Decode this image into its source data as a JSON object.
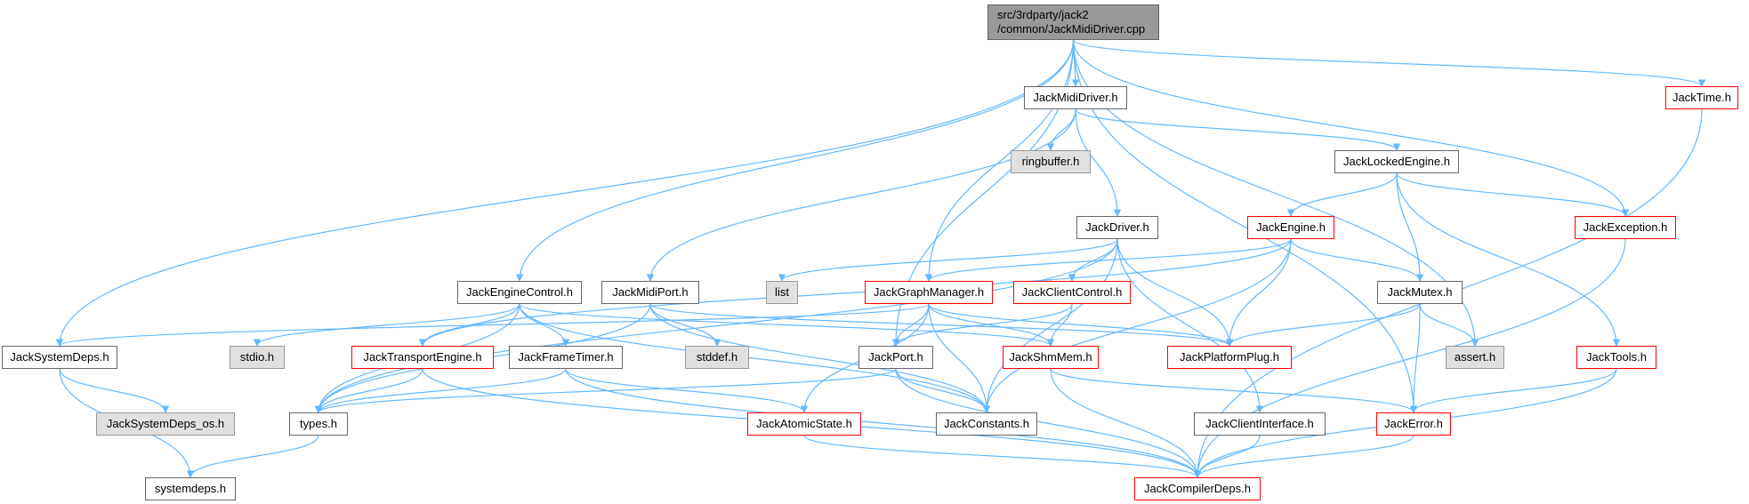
{
  "edge_color": "#63b8ff",
  "root": {
    "line1": "src/3rdparty/jack2",
    "line2": "/common/JackMidiDriver.cpp"
  },
  "nodes": {
    "JackMidiDriver": "JackMidiDriver.h",
    "JackTime": "JackTime.h",
    "ringbuffer": "ringbuffer.h",
    "JackLockedEngine": "JackLockedEngine.h",
    "JackDriver": "JackDriver.h",
    "JackEngine": "JackEngine.h",
    "JackException": "JackException.h",
    "list": "list",
    "JackEngineControl": "JackEngineControl.h",
    "JackMidiPort": "JackMidiPort.h",
    "JackGraphManager": "JackGraphManager.h",
    "JackClientControl": "JackClientControl.h",
    "JackMutex": "JackMutex.h",
    "JackSystemDeps": "JackSystemDeps.h",
    "stdio": "stdio.h",
    "JackTransportEngine": "JackTransportEngine.h",
    "JackFrameTimer": "JackFrameTimer.h",
    "stddef": "stddef.h",
    "JackPort": "JackPort.h",
    "JackShmMem": "JackShmMem.h",
    "JackPlatformPlug": "JackPlatformPlug.h",
    "assert": "assert.h",
    "JackTools": "JackTools.h",
    "JackSystemDeps_os": "JackSystemDeps_os.h",
    "types": "types.h",
    "JackAtomicState": "JackAtomicState.h",
    "JackConstants": "JackConstants.h",
    "JackClientInterface": "JackClientInterface.h",
    "JackError": "JackError.h",
    "systemdeps": "systemdeps.h",
    "JackCompilerDeps": "JackCompilerDeps.h"
  },
  "node_styles": {
    "red": [
      "JackTime",
      "JackEngine",
      "JackException",
      "JackGraphManager",
      "JackClientControl",
      "JackTransportEngine",
      "JackShmMem",
      "JackPlatformPlug",
      "JackTools",
      "JackAtomicState",
      "JackError",
      "JackCompilerDeps"
    ],
    "system": [
      "ringbuffer",
      "list",
      "stdio",
      "stddef",
      "assert",
      "JackSystemDeps_os"
    ]
  },
  "edges": [
    [
      "root",
      "JackMidiDriver"
    ],
    [
      "root",
      "JackTime"
    ],
    [
      "root",
      "JackException"
    ],
    [
      "root",
      "assert"
    ],
    [
      "root",
      "JackError"
    ],
    [
      "root",
      "JackGraphManager"
    ],
    [
      "root",
      "JackEngineControl"
    ],
    [
      "root",
      "JackSystemDeps"
    ],
    [
      "root",
      "JackPort"
    ],
    [
      "JackMidiDriver",
      "ringbuffer"
    ],
    [
      "JackMidiDriver",
      "JackLockedEngine"
    ],
    [
      "JackMidiDriver",
      "JackDriver"
    ],
    [
      "JackMidiDriver",
      "JackMidiPort"
    ],
    [
      "JackTime",
      "JackCompilerDeps"
    ],
    [
      "JackLockedEngine",
      "JackEngine"
    ],
    [
      "JackLockedEngine",
      "JackException"
    ],
    [
      "JackLockedEngine",
      "JackMutex"
    ],
    [
      "JackLockedEngine",
      "JackTools"
    ],
    [
      "JackDriver",
      "types"
    ],
    [
      "JackDriver",
      "list"
    ],
    [
      "JackDriver",
      "JackClientControl"
    ],
    [
      "JackDriver",
      "JackPlatformPlug"
    ],
    [
      "JackDriver",
      "JackConstants"
    ],
    [
      "JackDriver",
      "JackClientInterface"
    ],
    [
      "JackEngine",
      "JackGraphManager"
    ],
    [
      "JackEngine",
      "JackTransportEngine"
    ],
    [
      "JackEngine",
      "JackPlatformPlug"
    ],
    [
      "JackEngine",
      "JackMutex"
    ],
    [
      "JackEngine",
      "JackConstants"
    ],
    [
      "JackException",
      "JackCompilerDeps"
    ],
    [
      "JackEngineControl",
      "types"
    ],
    [
      "JackEngineControl",
      "stdio"
    ],
    [
      "JackEngineControl",
      "JackTransportEngine"
    ],
    [
      "JackEngineControl",
      "JackFrameTimer"
    ],
    [
      "JackEngineControl",
      "JackConstants"
    ],
    [
      "JackEngineControl",
      "JackShmMem"
    ],
    [
      "JackMidiPort",
      "types"
    ],
    [
      "JackMidiPort",
      "stddef"
    ],
    [
      "JackMidiPort",
      "JackConstants"
    ],
    [
      "JackMidiPort",
      "JackPlatformPlug"
    ],
    [
      "JackGraphManager",
      "JackSystemDeps"
    ],
    [
      "JackGraphManager",
      "JackAtomicState"
    ],
    [
      "JackGraphManager",
      "JackPort"
    ],
    [
      "JackGraphManager",
      "JackConstants"
    ],
    [
      "JackGraphManager",
      "JackShmMem"
    ],
    [
      "JackGraphManager",
      "JackPlatformPlug"
    ],
    [
      "JackClientControl",
      "JackPort"
    ],
    [
      "JackClientControl",
      "JackShmMem"
    ],
    [
      "JackMutex",
      "JackPlatformPlug"
    ],
    [
      "JackMutex",
      "assert"
    ],
    [
      "JackMutex",
      "JackError"
    ],
    [
      "JackSystemDeps",
      "JackSystemDeps_os"
    ],
    [
      "JackSystemDeps",
      "systemdeps"
    ],
    [
      "JackTransportEngine",
      "types"
    ],
    [
      "JackTransportEngine",
      "JackCompilerDeps"
    ],
    [
      "JackFrameTimer",
      "types"
    ],
    [
      "JackFrameTimer",
      "JackAtomicState"
    ],
    [
      "JackFrameTimer",
      "JackCompilerDeps"
    ],
    [
      "JackPort",
      "types"
    ],
    [
      "JackPort",
      "JackConstants"
    ],
    [
      "JackPort",
      "JackCompilerDeps"
    ],
    [
      "JackShmMem",
      "JackCompilerDeps"
    ],
    [
      "JackShmMem",
      "JackError"
    ],
    [
      "JackTools",
      "JackError"
    ],
    [
      "JackTools",
      "JackCompilerDeps"
    ],
    [
      "types",
      "systemdeps"
    ],
    [
      "JackAtomicState",
      "JackCompilerDeps"
    ],
    [
      "JackClientInterface",
      "JackCompilerDeps"
    ],
    [
      "JackError",
      "JackCompilerDeps"
    ]
  ]
}
